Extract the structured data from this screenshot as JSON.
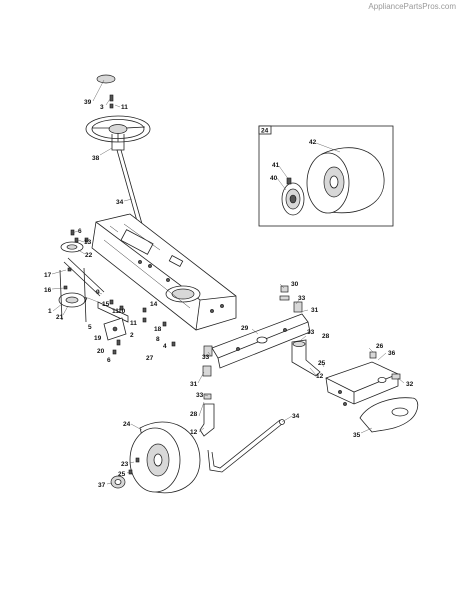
{
  "watermark": "AppliancePartsPros.com",
  "detail_box_label": "24",
  "callouts": [
    {
      "id": "c39",
      "text": "39"
    },
    {
      "id": "c3",
      "text": "3"
    },
    {
      "id": "c11a",
      "text": "11"
    },
    {
      "id": "c38",
      "text": "38"
    },
    {
      "id": "c34",
      "text": "34"
    },
    {
      "id": "c42",
      "text": "42"
    },
    {
      "id": "c41",
      "text": "41"
    },
    {
      "id": "c40",
      "text": "40"
    },
    {
      "id": "c6a",
      "text": "6"
    },
    {
      "id": "c13",
      "text": "13"
    },
    {
      "id": "c22",
      "text": "22"
    },
    {
      "id": "c17",
      "text": "17"
    },
    {
      "id": "c16",
      "text": "16"
    },
    {
      "id": "c9",
      "text": "9"
    },
    {
      "id": "c7",
      "text": "7"
    },
    {
      "id": "c1",
      "text": "1"
    },
    {
      "id": "c21",
      "text": "21"
    },
    {
      "id": "c5",
      "text": "5"
    },
    {
      "id": "c19",
      "text": "19"
    },
    {
      "id": "c20",
      "text": "20"
    },
    {
      "id": "c6b",
      "text": "6"
    },
    {
      "id": "c11b",
      "text": "11"
    },
    {
      "id": "c11c",
      "text": "11"
    },
    {
      "id": "c10",
      "text": "10"
    },
    {
      "id": "c2",
      "text": "2"
    },
    {
      "id": "c8",
      "text": "8"
    },
    {
      "id": "c27",
      "text": "27"
    },
    {
      "id": "c4",
      "text": "4"
    },
    {
      "id": "c18",
      "text": "18"
    },
    {
      "id": "c14",
      "text": "14"
    },
    {
      "id": "c15",
      "text": "15"
    },
    {
      "id": "c30",
      "text": "30"
    },
    {
      "id": "c33a",
      "text": "33"
    },
    {
      "id": "c31a",
      "text": "31"
    },
    {
      "id": "c29",
      "text": "29"
    },
    {
      "id": "c33b",
      "text": "33"
    },
    {
      "id": "c28a",
      "text": "28"
    },
    {
      "id": "c33c",
      "text": "33"
    },
    {
      "id": "c12a",
      "text": "12"
    },
    {
      "id": "c25a",
      "text": "25"
    },
    {
      "id": "c26",
      "text": "26"
    },
    {
      "id": "c36",
      "text": "36"
    },
    {
      "id": "c31b",
      "text": "31"
    },
    {
      "id": "c33d",
      "text": "33"
    },
    {
      "id": "c32",
      "text": "32"
    },
    {
      "id": "c24",
      "text": "24"
    },
    {
      "id": "c28b",
      "text": "28"
    },
    {
      "id": "c12b",
      "text": "12"
    },
    {
      "id": "c34b",
      "text": "34"
    },
    {
      "id": "c35",
      "text": "35"
    },
    {
      "id": "c23",
      "text": "23"
    },
    {
      "id": "c25b",
      "text": "25"
    },
    {
      "id": "c37",
      "text": "37"
    }
  ]
}
